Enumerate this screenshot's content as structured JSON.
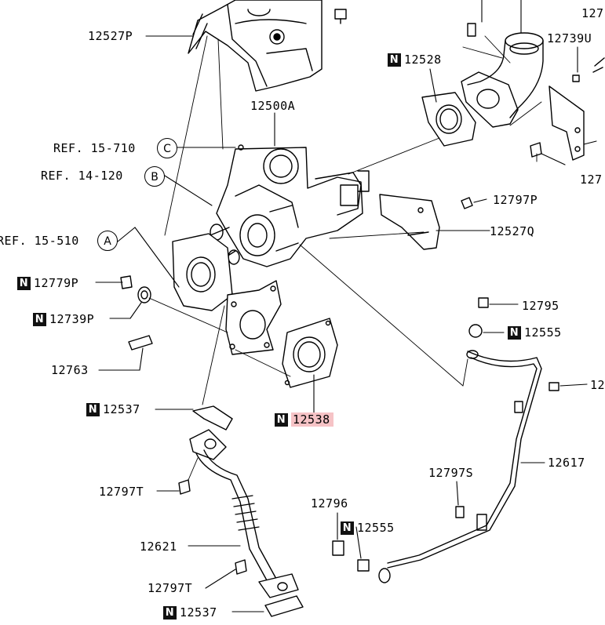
{
  "callouts": {
    "c_12527p": {
      "text": "12527P"
    },
    "c_12500a": {
      "text": "12500A"
    },
    "c_ref15710": {
      "text": "REF. 15-710"
    },
    "c_ref14120": {
      "text": "REF. 14-120"
    },
    "c_ref15510": {
      "text": "REF. 15-510"
    },
    "c_12779p": {
      "text": "12779P",
      "badge": "N"
    },
    "c_12739p": {
      "text": "12739P",
      "badge": "N"
    },
    "c_12763": {
      "text": "12763"
    },
    "c_12537a": {
      "text": "12537",
      "badge": "N"
    },
    "c_12538": {
      "text": "12538",
      "badge": "N",
      "highlight": "#f6c3c6"
    },
    "c_12797t_a": {
      "text": "12797T"
    },
    "c_12621": {
      "text": "12621"
    },
    "c_12797t_b": {
      "text": "12797T"
    },
    "c_12537b": {
      "text": "12537",
      "badge": "N"
    },
    "c_12528": {
      "text": "12528",
      "badge": "N"
    },
    "c_12739u": {
      "text": "12739U"
    },
    "c_127_top": {
      "text": "127"
    },
    "c_127_mid": {
      "text": "127"
    },
    "c_12797p": {
      "text": "12797P"
    },
    "c_12527q": {
      "text": "12527Q"
    },
    "c_12795": {
      "text": "12795"
    },
    "c_12555a": {
      "text": "12555",
      "badge": "N"
    },
    "c_12_right": {
      "text": "12"
    },
    "c_12617": {
      "text": "12617"
    },
    "c_12797s": {
      "text": "12797S"
    },
    "c_12796": {
      "text": "12796"
    },
    "c_12555b": {
      "text": "12555",
      "badge": "N"
    }
  },
  "refs": {
    "c": "C",
    "b": "B",
    "a": "A"
  }
}
